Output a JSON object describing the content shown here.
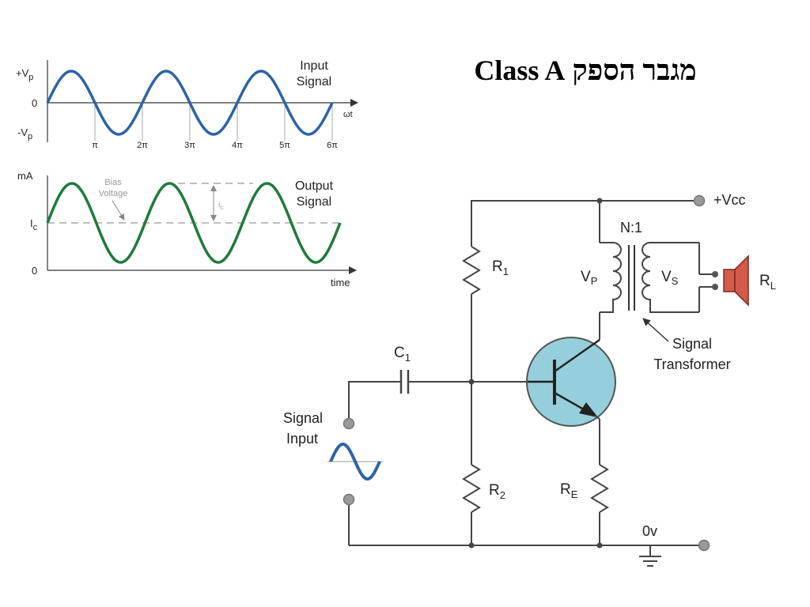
{
  "title": "מגבר הספק Class A",
  "input_graph": {
    "label_line1": "Input",
    "label_line2": "Signal",
    "y_top": "+V",
    "y_top_sub": "p",
    "y_zero": "0",
    "y_bottom": "-V",
    "y_bottom_sub": "p",
    "x_axis": "ωt",
    "ticks": [
      "π",
      "2π",
      "3π",
      "4π",
      "5π",
      "6π"
    ]
  },
  "output_graph": {
    "label_line1": "Output",
    "label_line2": "Signal",
    "y_top": "mA",
    "y_ic": "I",
    "y_ic_sub": "c",
    "y_zero": "0",
    "x_axis": "time",
    "bias_line1": "Bias",
    "bias_line2": "Voltage",
    "ic_small": "i",
    "ic_small_sub": "c"
  },
  "circuit": {
    "vcc": "+Vcc",
    "r1": "R",
    "r1_sub": "1",
    "r2": "R",
    "r2_sub": "2",
    "re": "R",
    "re_sub": "E",
    "c1": "C",
    "c1_sub": "1",
    "ratio": "N:1",
    "vp": "V",
    "vp_sub": "P",
    "vs": "V",
    "vs_sub": "S",
    "rl": "R",
    "rl_sub": "L",
    "transformer_line1": "Signal",
    "transformer_line2": "Transformer",
    "input_line1": "Signal",
    "input_line2": "Input",
    "ground": "0v"
  },
  "colors": {
    "input_wave": "#2e63a6",
    "output_wave": "#1e7a3c",
    "transistor_fill": "#96cfdc",
    "speaker_fill": "#d45a4a"
  }
}
